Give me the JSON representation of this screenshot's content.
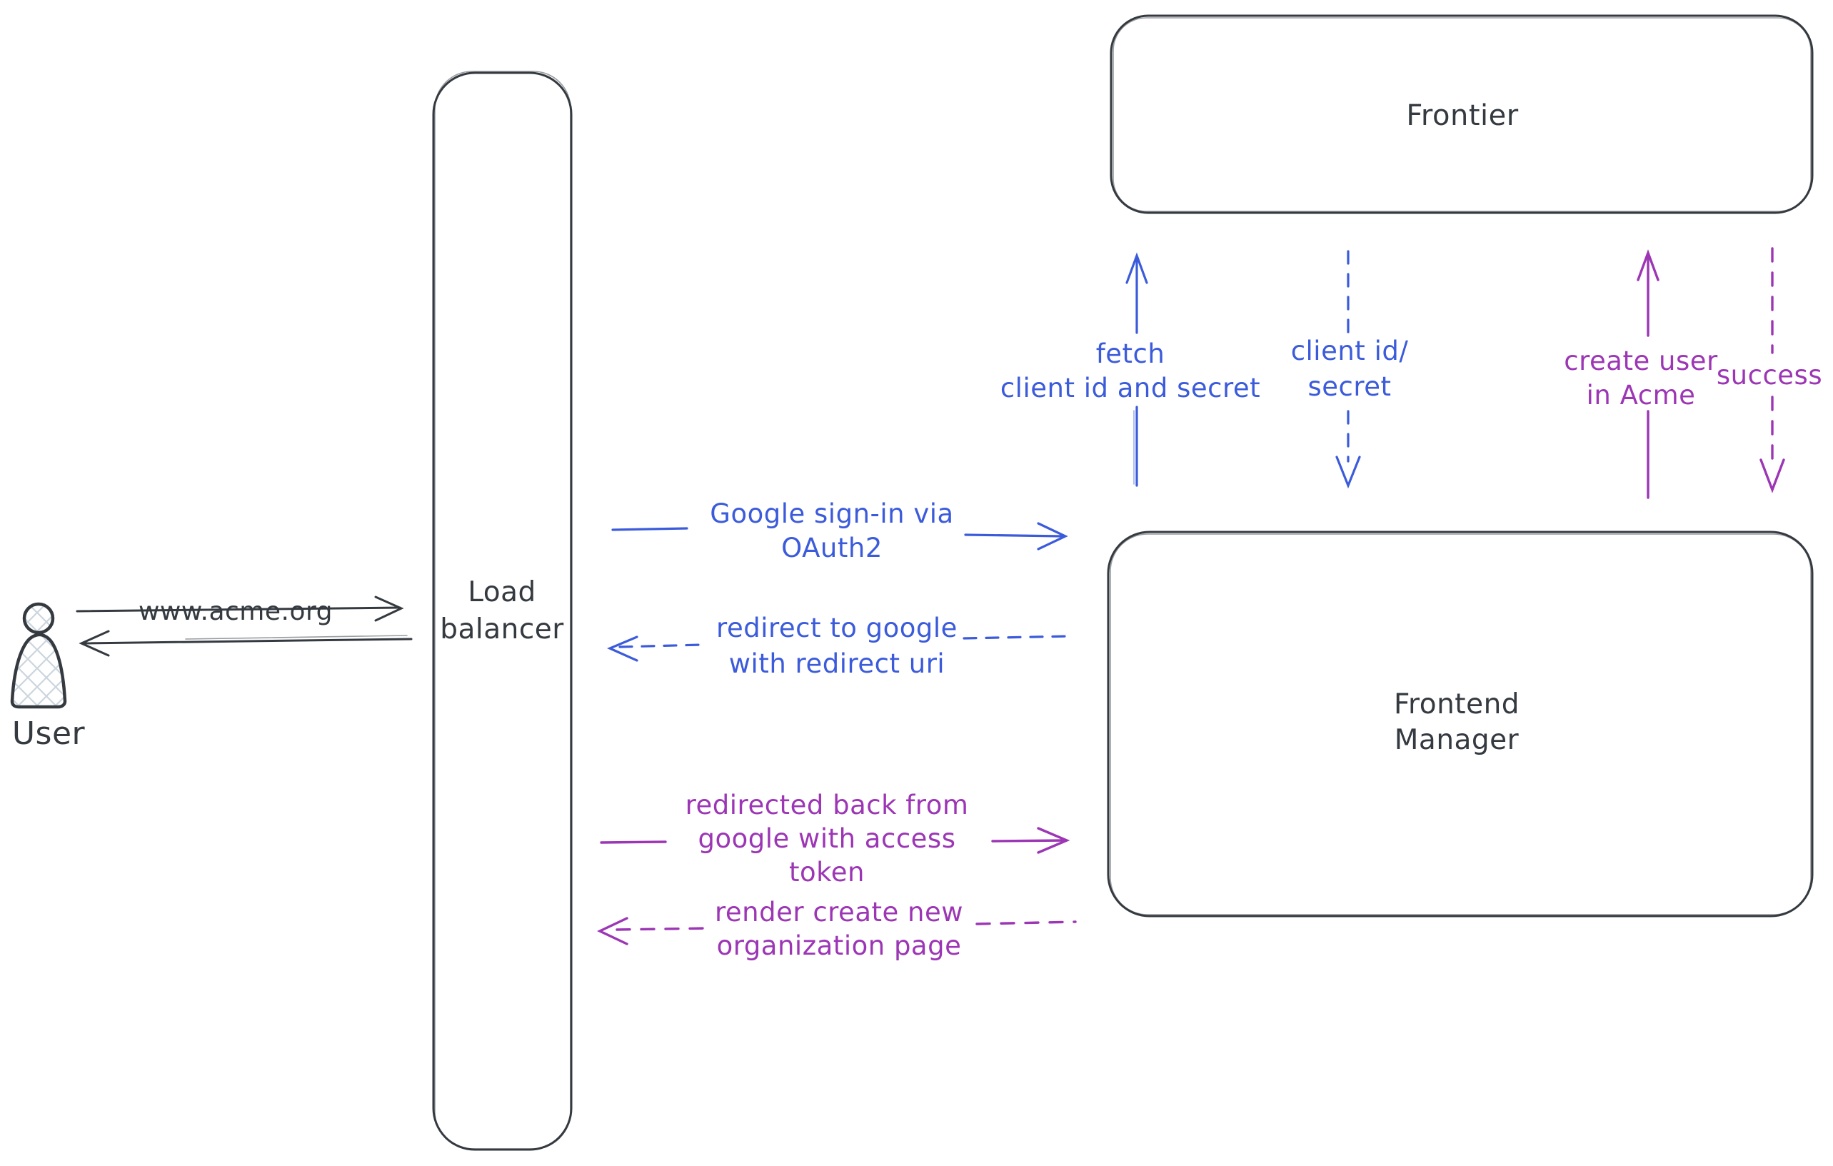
{
  "colors": {
    "ink": "#343a40",
    "blue": "#3b5bdb",
    "purple": "#9c36b5",
    "hatch": "#ccd5dd"
  },
  "nodes": {
    "user": {
      "label": "User",
      "icon": "user-person-icon"
    },
    "load_balancer": {
      "lines": [
        "Load",
        "balancer"
      ]
    },
    "frontier": {
      "label": "Frontier"
    },
    "frontend_manager": {
      "lines": [
        "Frontend",
        "Manager"
      ]
    }
  },
  "edges": {
    "www_acme": {
      "label": "www.acme.org",
      "style": "solid",
      "direction": "right"
    },
    "user_return": {
      "style": "solid",
      "direction": "left"
    },
    "google_signin": {
      "lines": [
        "Google sign-in via",
        "OAuth2"
      ],
      "style": "solid",
      "direction": "right"
    },
    "redirect_google": {
      "lines": [
        "redirect to google",
        "with redirect uri"
      ],
      "style": "dashed",
      "direction": "left"
    },
    "redirected_back": {
      "lines": [
        "redirected back from",
        "google with access",
        "token"
      ],
      "style": "solid",
      "direction": "right"
    },
    "render_create": {
      "lines": [
        "render create new",
        "organization page"
      ],
      "style": "dashed",
      "direction": "left"
    },
    "fetch_client": {
      "lines": [
        "fetch",
        "client id and secret"
      ],
      "style": "solid",
      "direction": "up"
    },
    "client_id_secret": {
      "lines": [
        "client id/",
        "secret"
      ],
      "style": "dashed",
      "direction": "down"
    },
    "create_user": {
      "lines": [
        "create user",
        "in Acme"
      ],
      "style": "solid",
      "direction": "up"
    },
    "success": {
      "label": "success",
      "style": "dashed",
      "direction": "down"
    }
  }
}
